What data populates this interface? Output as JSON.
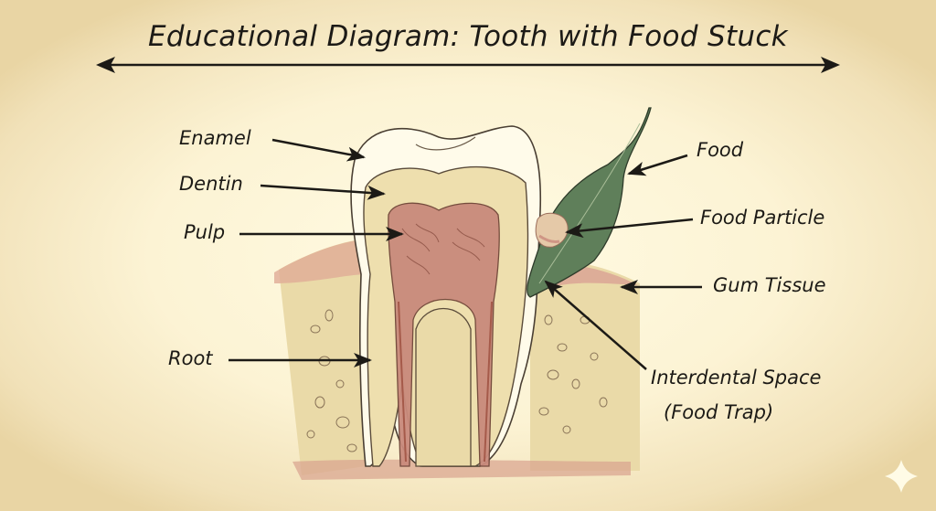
{
  "title": "Educational Diagram: Tooth with Food Stuck",
  "labels": {
    "enamel": "Enamel",
    "dentin": "Dentin",
    "pulp": "Pulp",
    "root": "Root",
    "food": "Food",
    "food_particle": "Food Particle",
    "gum_tissue": "Gum Tissue",
    "interdental_line1": "Interdental Space",
    "interdental_line2": "(Food Trap)"
  },
  "colors": {
    "background": "#fcf3d4",
    "enamel": "#fffbea",
    "dentin": "#eedfae",
    "pulp": "#c98a7c",
    "gum": "#e3b9a0",
    "bone": "#ecdcaa",
    "leaf": "#5f7f5a",
    "ink": "#1c1a16"
  },
  "icons": {
    "sparkle": "sparkle-icon"
  }
}
